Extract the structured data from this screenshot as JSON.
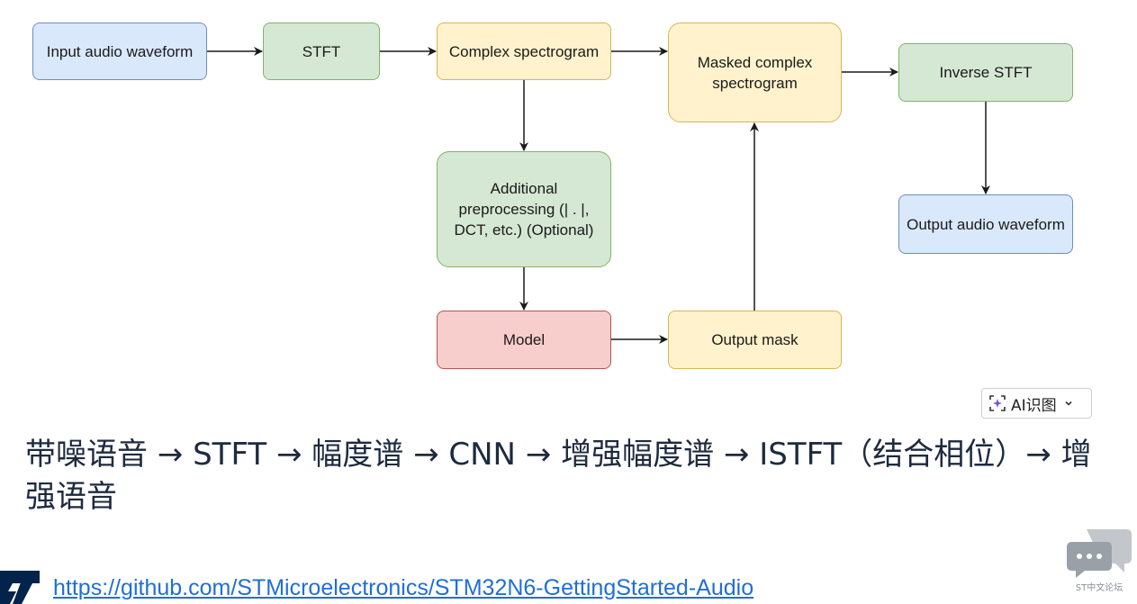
{
  "diagram": {
    "nodes": {
      "input": "Input audio waveform",
      "stft": "STFT",
      "complex": "Complex spectrogram",
      "masked": "Masked complex spectrogram",
      "inverse": "Inverse STFT",
      "additional": "Additional preprocessing (| . |, DCT, etc.) (Optional)",
      "output_audio": "Output audio waveform",
      "model": "Model",
      "mask": "Output mask"
    },
    "colors": {
      "blue_fill": "#dae8fc",
      "green_fill": "#d5e8d4",
      "yellow_fill": "#fff2cc",
      "red_fill": "#f8cecc",
      "edge": "#1a1a1a"
    }
  },
  "ai_button": {
    "label": "AI识图",
    "icon": "ai-scan-icon",
    "chevron": "chevron-down-icon"
  },
  "caption": {
    "text": "带噪语音 → STFT → 幅度谱 → CNN → 增强幅度谱 → ISTFT（结合相位）→ 增强语音"
  },
  "footer": {
    "link": "https://github.com/STMicroelectronics/STM32N6-GettingStarted-Audio",
    "logo": "st-logo",
    "forum_label": "ST中文论坛",
    "forum_icon": "chat-bubble-icon",
    "link_color": "#1f6fd6",
    "logo_color": "#03234b"
  }
}
